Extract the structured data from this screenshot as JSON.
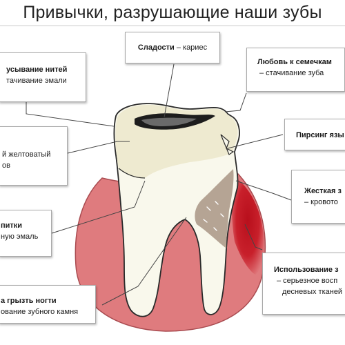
{
  "title": "Привычки, разрушающие наши зубы",
  "callouts": {
    "sweets": {
      "bold": "Сладости",
      "rest": " – кариес"
    },
    "seeds": {
      "bold": "Любовь к семечкам",
      "line2": "– стачивание зуба"
    },
    "floss": {
      "bold": "усывание нитей",
      "line2": "тачивание эмали"
    },
    "yellow": {
      "line1": "й желтоватый",
      "line2": "ов"
    },
    "piercing": {
      "bold": "Пирсинг язы"
    },
    "brush": {
      "bold": "Жесткая з",
      "line2": "– кровото"
    },
    "drinks": {
      "bold": "питки",
      "line2": "ную эмаль"
    },
    "tools": {
      "bold": "Использование з",
      "line2": "– серьезное восп",
      "line3": "десневых тканей"
    },
    "nails": {
      "bold": "а грызть ногти",
      "line2": "ование зубного камня"
    }
  },
  "colors": {
    "gum": "#df7b7e",
    "gum_inflamed": "#c3121f",
    "enamel": "#f9f8ec",
    "crown_stain": "#eeead0",
    "tartar": "#b5a494",
    "cavity": "#1d1d1d"
  }
}
